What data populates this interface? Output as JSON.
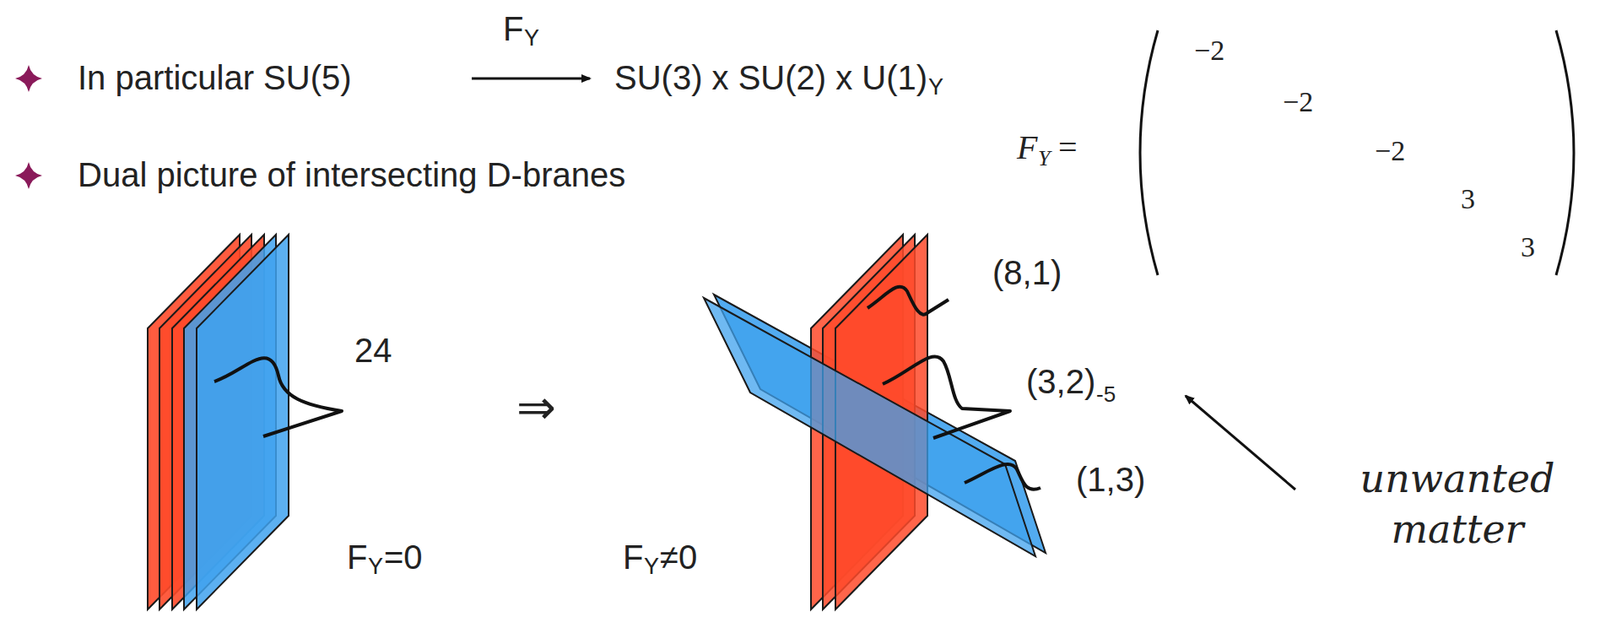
{
  "diagram": {
    "labels": [
      "In particular SU(5)",
      "F",
      "Y",
      "SU(3) x SU(2) x U(1)",
      "Y",
      "Dual picture of intersecting D-branes",
      "F",
      "Y",
      "=",
      "−2",
      "−2",
      "−2",
      "3",
      "3",
      "24",
      "⇒",
      "F",
      "Y",
      "=0",
      "F",
      "Y",
      "≠0",
      "(8,1)",
      "(3,2)",
      "-5",
      "(1,3)",
      "unwanted matter"
    ]
  }
}
